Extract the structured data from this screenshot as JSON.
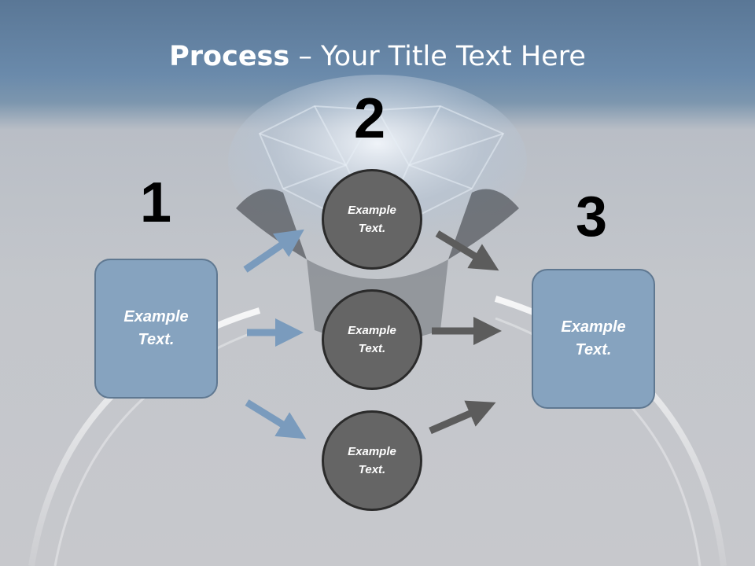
{
  "title": {
    "bold": "Process",
    "rest": " – Your Title Text Here"
  },
  "steps": {
    "n1": "1",
    "n2": "2",
    "n3": "3"
  },
  "left_box": {
    "line1": "Example",
    "line2": "Text."
  },
  "right_box": {
    "line1": "Example",
    "line2": "Text."
  },
  "circles": [
    {
      "line1": "Example",
      "line2": "Text."
    },
    {
      "line1": "Example",
      "line2": "Text."
    },
    {
      "line1": "Example",
      "line2": "Text."
    }
  ],
  "colors": {
    "box_fill": "#86a3bf",
    "circle_fill": "#656565",
    "arrow_blue": "#7a9bbd",
    "arrow_gray": "#5c5c5c"
  }
}
